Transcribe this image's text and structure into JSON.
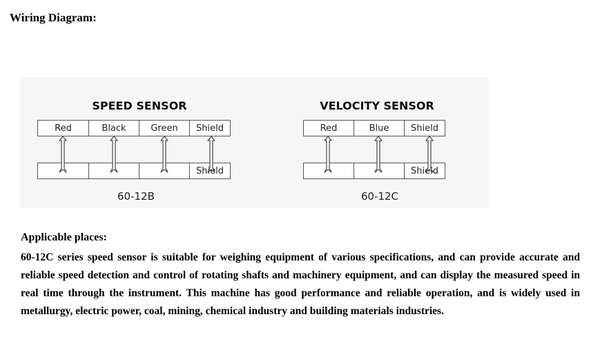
{
  "heading": "Wiring Diagram:",
  "diagram": {
    "speed_sensor": {
      "title": "SPEED SENSOR",
      "top_labels": [
        "Red",
        "Black",
        "Green",
        "Shield"
      ],
      "bottom_label": "Shield",
      "model": "60-12B"
    },
    "velocity_sensor": {
      "title": "VELOCITY SENSOR",
      "top_labels": [
        "Red",
        "Blue",
        "Shield"
      ],
      "bottom_label": "Shield",
      "model": "60-12C"
    }
  },
  "applicable": {
    "title": "Applicable places:",
    "description": "60-12C series speed sensor is suitable for weighing equipment of various specifications, and can provide accurate and reliable speed detection and control of rotating shafts and machinery equipment, and can display the measured speed in real time through the instrument. This machine has good performance and reliable operation, and is widely used in metallurgy, electric power, coal, mining, chemical industry and building materials industries."
  }
}
